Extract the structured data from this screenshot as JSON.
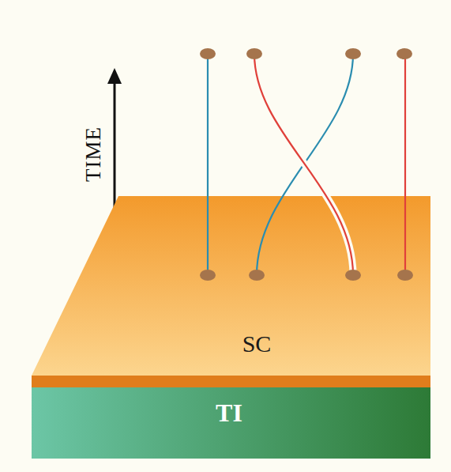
{
  "diagram": {
    "nodes": [
      {
        "text": [
          "SC"
        ]
      },
      {
        "text": [
          "TI"
        ]
      }
    ],
    "labels": [
      "TIME"
    ]
  }
}
